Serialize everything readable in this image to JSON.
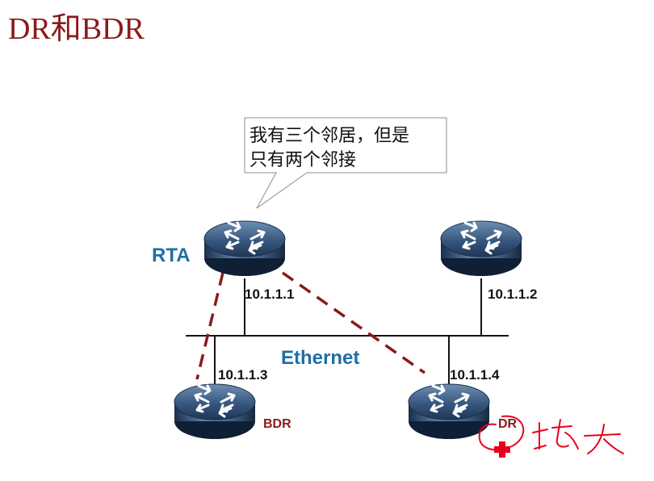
{
  "slide": {
    "title": "DR和BDR"
  },
  "callout": {
    "line1": "我有三个邻居，但是",
    "line2": "只有两个邻接"
  },
  "network": {
    "label": "Ethernet"
  },
  "routers": {
    "rta": {
      "name": "RTA",
      "ip": "10.1.1.1"
    },
    "top_right": {
      "ip": "10.1.1.2"
    },
    "bdr": {
      "ip": "10.1.1.3",
      "role": "BDR"
    },
    "dr": {
      "ip": "10.1.1.4",
      "role": "DR"
    }
  },
  "colors": {
    "title": "#8b1a1a",
    "label_blue": "#1f6fa4",
    "adjacency_line": "#8b1a1a",
    "annotation_red": "#e8001c"
  },
  "icons": {
    "router": "router-icon",
    "annotation": "handwritten-annotation"
  }
}
